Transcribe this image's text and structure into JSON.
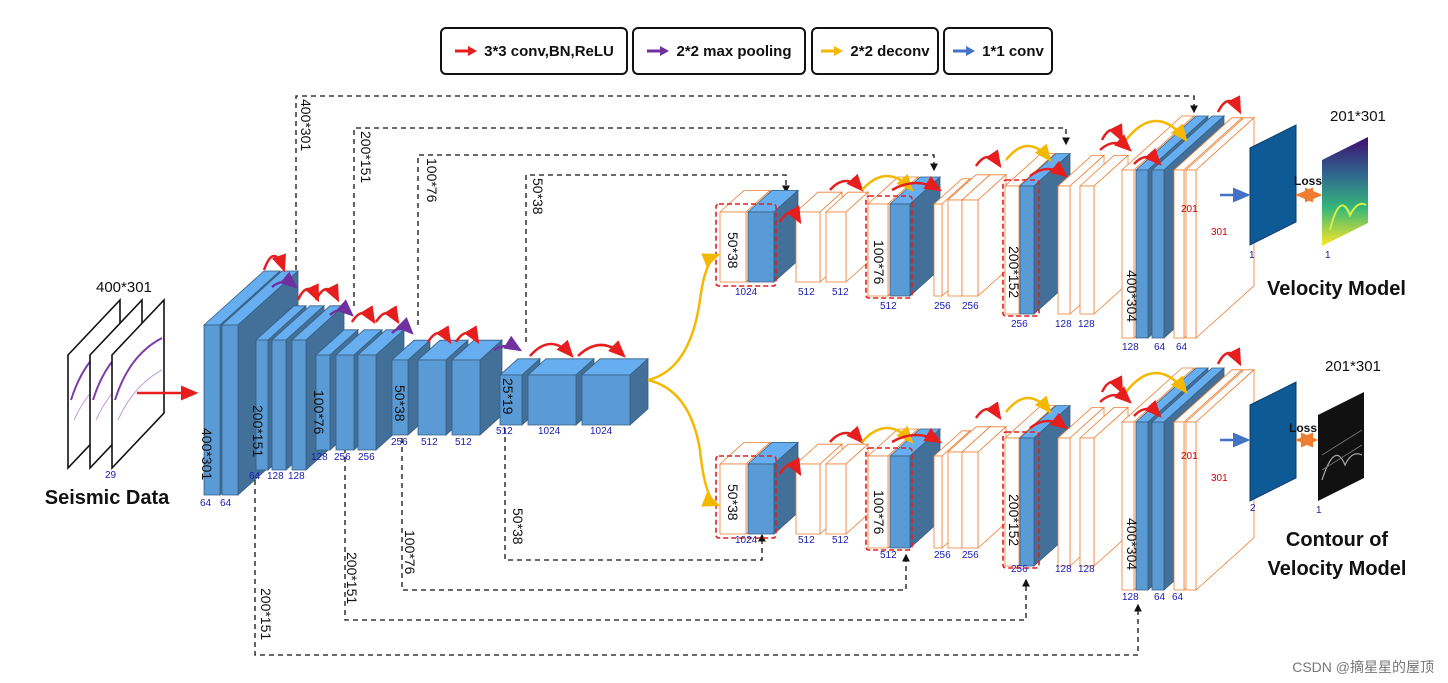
{
  "legend": [
    {
      "label": "3*3 conv,BN,ReLU",
      "color": "#e61e1e"
    },
    {
      "label": "2*2 max pooling",
      "color": "#7030a0"
    },
    {
      "label": "2*2 deconv",
      "color": "#f5b800"
    },
    {
      "label": "1*1 conv",
      "color": "#4472c4"
    }
  ],
  "input": {
    "size": "400*301",
    "channels": "29",
    "caption": "Seismic Data"
  },
  "encoder": {
    "sizes": [
      "400*301",
      "200*151",
      "100*76",
      "50*38",
      "25*19"
    ],
    "channels": [
      "64",
      "64",
      "64",
      "128",
      "128",
      "128",
      "256",
      "256",
      "256",
      "512",
      "512",
      "512",
      "1024",
      "1024"
    ]
  },
  "skip_labels": {
    "s1": "400*301",
    "s2": "200*151",
    "s3": "100*76",
    "s4": "50*38"
  },
  "decoder_top": {
    "sizes": [
      "50*38",
      "100*76",
      "200*152",
      "400*304"
    ],
    "channels": [
      "1024",
      "512",
      "512",
      "512",
      "256",
      "256",
      "256",
      "128",
      "128",
      "128",
      "64",
      "64"
    ],
    "marks": [
      "201",
      "301"
    ],
    "final_channel": "1"
  },
  "decoder_bottom": {
    "sizes": [
      "50*38",
      "100*76",
      "200*152",
      "400*304"
    ],
    "channels": [
      "1024",
      "512",
      "512",
      "512",
      "256",
      "256",
      "256",
      "128",
      "128",
      "128",
      "64",
      "64"
    ],
    "marks": [
      "201",
      "301"
    ],
    "final_channel": "2"
  },
  "outputs": [
    {
      "size": "201*301",
      "loss": "Loss",
      "channel": "1",
      "caption": "Velocity Model"
    },
    {
      "size": "201*301",
      "loss": "Loss",
      "channel": "1",
      "caption": "Contour of Velocity Model"
    }
  ],
  "watermark": "CSDN @摘星星的屋顶"
}
